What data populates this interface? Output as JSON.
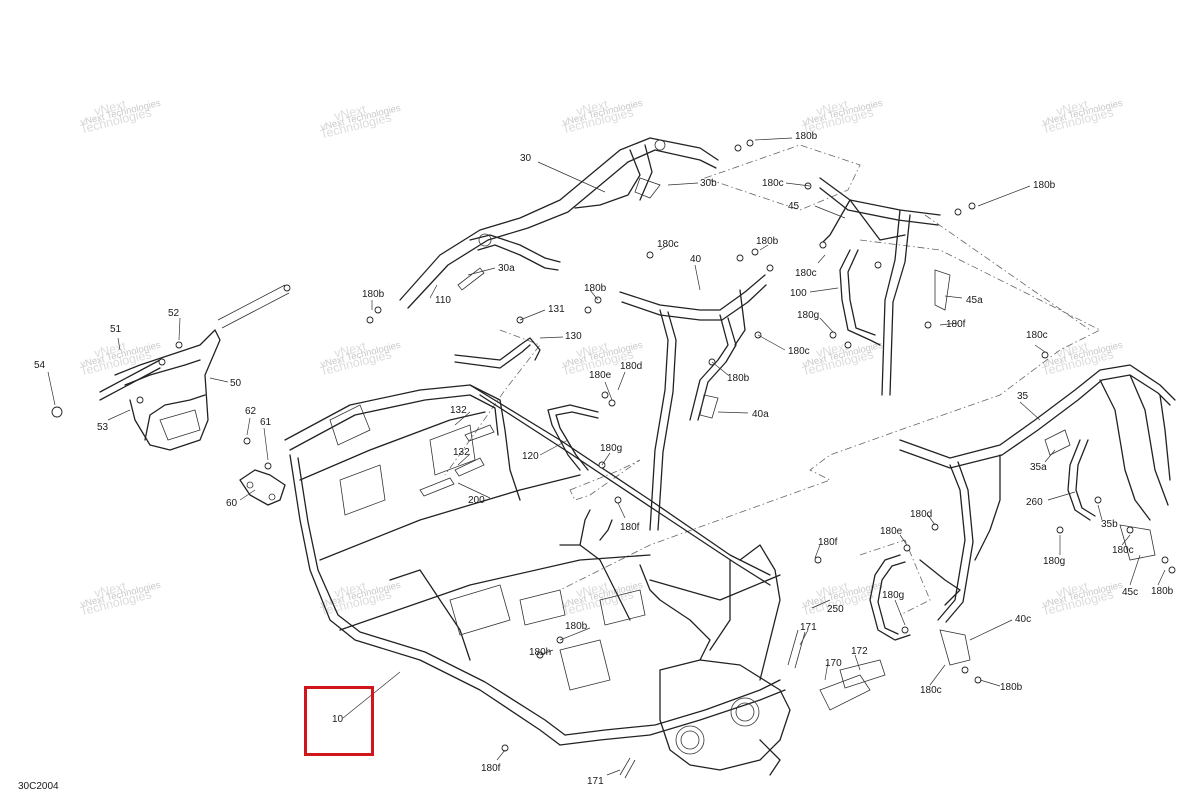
{
  "diagram_code": "30C2004",
  "highlighted_part": "10",
  "watermark": {
    "line1": "vNext",
    "line2": "Technologies",
    "line_full": "vNext Technologies"
  },
  "callouts": [
    {
      "id": "c30",
      "text": "30"
    },
    {
      "id": "c30b",
      "text": "30b"
    },
    {
      "id": "c30a",
      "text": "30a"
    },
    {
      "id": "c110",
      "text": "110"
    },
    {
      "id": "c180b_1",
      "text": "180b"
    },
    {
      "id": "c180b_2",
      "text": "180b"
    },
    {
      "id": "c180b_3",
      "text": "180b"
    },
    {
      "id": "c180b_4",
      "text": "180b"
    },
    {
      "id": "c180b_5",
      "text": "180b"
    },
    {
      "id": "c180b_6",
      "text": "180b"
    },
    {
      "id": "c180b_7",
      "text": "180b"
    },
    {
      "id": "c180b_8",
      "text": "180b"
    },
    {
      "id": "c180b_9",
      "text": "180b"
    },
    {
      "id": "c180c_1",
      "text": "180c"
    },
    {
      "id": "c180c_2",
      "text": "180c"
    },
    {
      "id": "c180c_3",
      "text": "180c"
    },
    {
      "id": "c180c_4",
      "text": "180c"
    },
    {
      "id": "c180c_5",
      "text": "180c"
    },
    {
      "id": "c180c_6",
      "text": "180c"
    },
    {
      "id": "c180c_7",
      "text": "180c"
    },
    {
      "id": "c45",
      "text": "45"
    },
    {
      "id": "c45a",
      "text": "45a"
    },
    {
      "id": "c45c",
      "text": "45c"
    },
    {
      "id": "c40",
      "text": "40"
    },
    {
      "id": "c40a",
      "text": "40a"
    },
    {
      "id": "c40c",
      "text": "40c"
    },
    {
      "id": "c100",
      "text": "100"
    },
    {
      "id": "c180g_1",
      "text": "180g"
    },
    {
      "id": "c180g_2",
      "text": "180g"
    },
    {
      "id": "c180g_3",
      "text": "180g"
    },
    {
      "id": "c180g_4",
      "text": "180g"
    },
    {
      "id": "c180f_1",
      "text": "180f"
    },
    {
      "id": "c180f_2",
      "text": "180f"
    },
    {
      "id": "c180f_3",
      "text": "180f"
    },
    {
      "id": "c180f_4",
      "text": "180f"
    },
    {
      "id": "c180e_1",
      "text": "180e"
    },
    {
      "id": "c180e_2",
      "text": "180e"
    },
    {
      "id": "c180d_1",
      "text": "180d"
    },
    {
      "id": "c180d_2",
      "text": "180d"
    },
    {
      "id": "c180h",
      "text": "180h"
    },
    {
      "id": "c131",
      "text": "131"
    },
    {
      "id": "c130",
      "text": "130"
    },
    {
      "id": "c132_1",
      "text": "132"
    },
    {
      "id": "c132_2",
      "text": "132"
    },
    {
      "id": "c120",
      "text": "120"
    },
    {
      "id": "c200",
      "text": "200"
    },
    {
      "id": "c52",
      "text": "52"
    },
    {
      "id": "c51",
      "text": "51"
    },
    {
      "id": "c54",
      "text": "54"
    },
    {
      "id": "c53",
      "text": "53"
    },
    {
      "id": "c50",
      "text": "50"
    },
    {
      "id": "c62",
      "text": "62"
    },
    {
      "id": "c61",
      "text": "61"
    },
    {
      "id": "c60",
      "text": "60"
    },
    {
      "id": "c35",
      "text": "35"
    },
    {
      "id": "c35a",
      "text": "35a"
    },
    {
      "id": "c35b",
      "text": "35b"
    },
    {
      "id": "c260",
      "text": "260"
    },
    {
      "id": "c250",
      "text": "250"
    },
    {
      "id": "c171_1",
      "text": "171"
    },
    {
      "id": "c171_2",
      "text": "171"
    },
    {
      "id": "c170",
      "text": "170"
    },
    {
      "id": "c172",
      "text": "172"
    }
  ]
}
